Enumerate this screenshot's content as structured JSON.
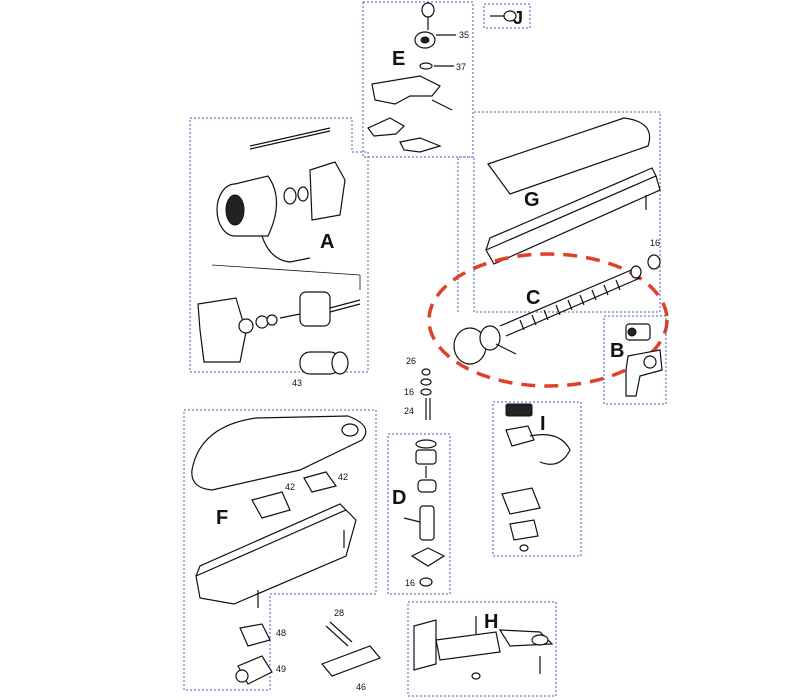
{
  "groups": {
    "A": "A",
    "B": "B",
    "C": "C",
    "D": "D",
    "E": "E",
    "F": "F",
    "G": "G",
    "H": "H",
    "I": "I",
    "J": "J"
  },
  "part_numbers": {
    "p35": "35",
    "p37": "37",
    "p16_top": "16",
    "p43": "43",
    "p26": "26",
    "p16_mid": "16",
    "p24": "24",
    "p16_low": "16",
    "p42_a": "42",
    "p42_b": "42",
    "p48": "48",
    "p49": "49",
    "p28": "28",
    "p46": "46"
  },
  "colors": {
    "box_border": "#4a5fb0",
    "highlight_ring": "#e0402a",
    "line": "#111111"
  }
}
